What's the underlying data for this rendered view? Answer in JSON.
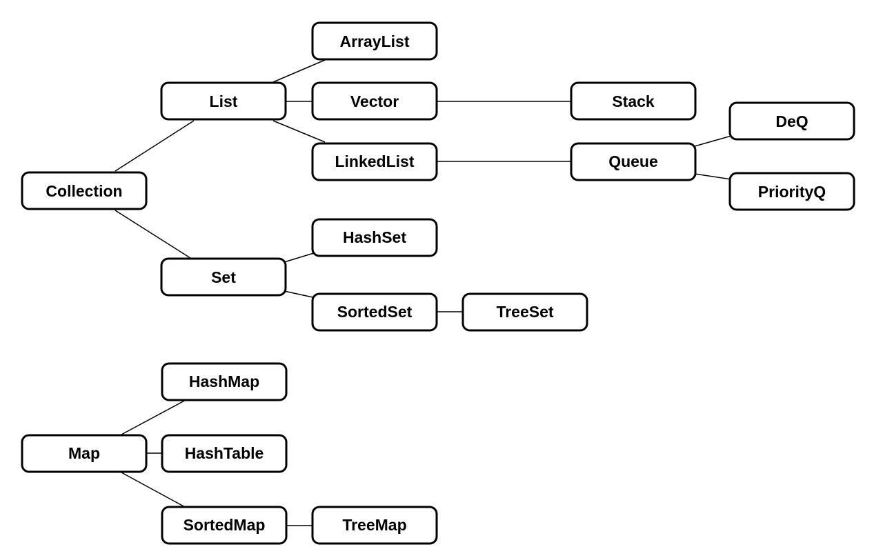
{
  "diagram": {
    "nodes": {
      "collection": "Collection",
      "list": "List",
      "set": "Set",
      "arraylist": "ArrayList",
      "vector": "Vector",
      "linkedlist": "LinkedList",
      "stack": "Stack",
      "queue": "Queue",
      "deq": "DeQ",
      "priorityq": "PriorityQ",
      "hashset": "HashSet",
      "sortedset": "SortedSet",
      "treeset": "TreeSet",
      "map": "Map",
      "hashmap": "HashMap",
      "hashtable": "HashTable",
      "sortedmap": "SortedMap",
      "treemap": "TreeMap"
    },
    "edges": [
      [
        "collection",
        "list"
      ],
      [
        "collection",
        "set"
      ],
      [
        "list",
        "arraylist"
      ],
      [
        "list",
        "vector"
      ],
      [
        "list",
        "linkedlist"
      ],
      [
        "vector",
        "stack"
      ],
      [
        "linkedlist",
        "queue"
      ],
      [
        "queue",
        "deq"
      ],
      [
        "queue",
        "priorityq"
      ],
      [
        "set",
        "hashset"
      ],
      [
        "set",
        "sortedset"
      ],
      [
        "sortedset",
        "treeset"
      ],
      [
        "map",
        "hashmap"
      ],
      [
        "map",
        "hashtable"
      ],
      [
        "map",
        "sortedmap"
      ],
      [
        "sortedmap",
        "treemap"
      ]
    ]
  }
}
